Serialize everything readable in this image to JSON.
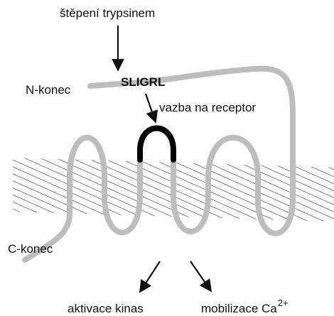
{
  "labels": {
    "cleavage": "štěpení trypsinem",
    "n_terminus": "N-konec",
    "peptide": "SLIGRL",
    "receptor_binding": "vazba na receptor",
    "c_terminus": "C-konec",
    "kinase_activation": "aktivace kinas",
    "calcium_mobilization": "mobilizace Ca",
    "calcium_charge": "2+"
  },
  "colors": {
    "chain": "#bdbdbd",
    "ligand_loop": "#000000",
    "membrane_hatch": "#222222",
    "arrow": "#111111",
    "text": "#111111"
  }
}
